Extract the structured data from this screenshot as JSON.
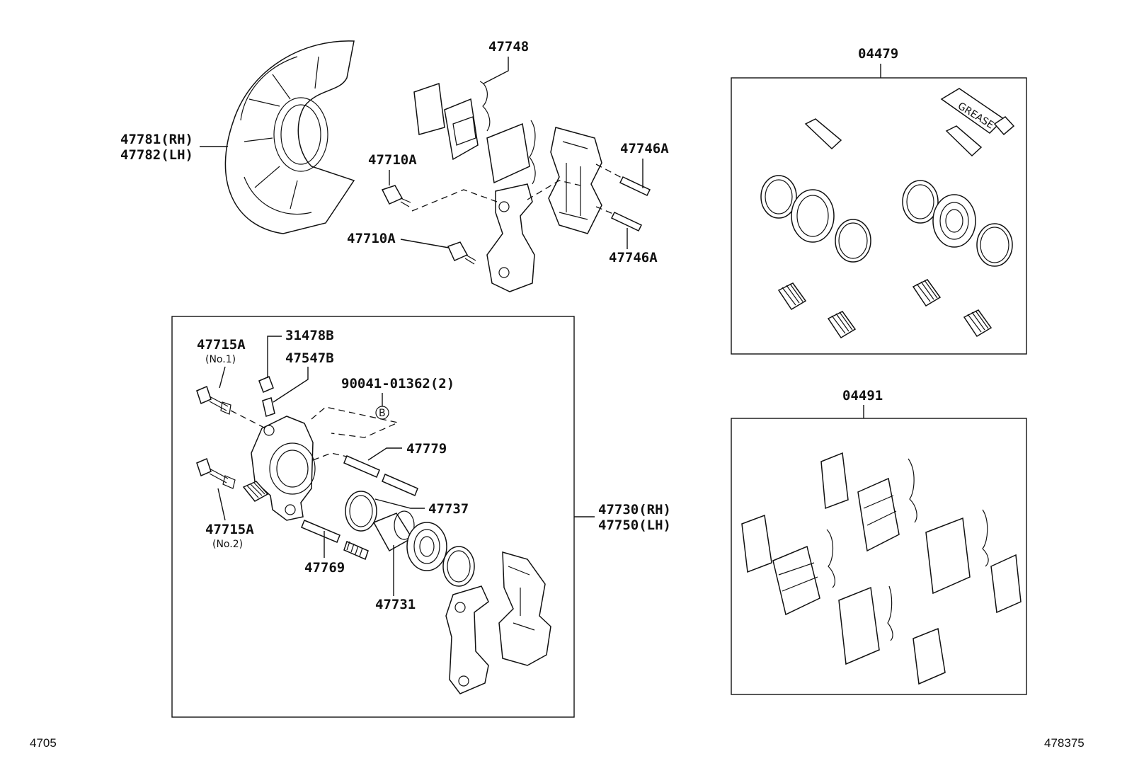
{
  "labels": {
    "shield_rh": "47781(RH)",
    "shield_lh": "47782(LH)",
    "spring_top": "47748",
    "bolt_a1": "47710A",
    "bolt_a2": "47710A",
    "pin_a1": "47746A",
    "pin_a2": "47746A",
    "bolt_no1": "47715A",
    "bolt_no1_sub": "(No.1)",
    "cap": "31478B",
    "bleeder": "47547B",
    "kit_ref": "90041-01362(2)",
    "kit_ref_marker": "B",
    "pin_upper": "47779",
    "seal": "47737",
    "bolt_no2": "47715A",
    "bolt_no2_sub": "(No.2)",
    "pin_lower": "47769",
    "piston": "47731",
    "caliper_rh": "47730(RH)",
    "caliper_lh": "47750(LH)",
    "kit_seal": "04479",
    "kit_pad": "04491"
  },
  "corner": {
    "left": "4705",
    "right": "478375"
  },
  "grease_text": "GREASE"
}
